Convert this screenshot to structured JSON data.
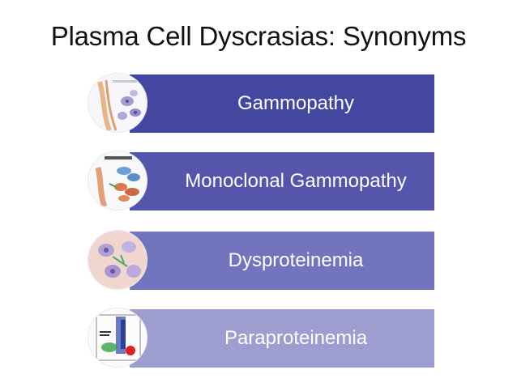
{
  "slide": {
    "title": "Plasma Cell Dyscrasias: Synonyms",
    "items": [
      {
        "label": "Gammopathy",
        "color": "#4447a0",
        "icon": "plasma-cell-histology-icon"
      },
      {
        "label": "Monoclonal Gammopathy",
        "color": "#5455ab",
        "icon": "myeloma-diagram-icon"
      },
      {
        "label": "Dysproteinemia",
        "color": "#7274bd",
        "icon": "plasma-cells-micrograph-icon"
      },
      {
        "label": "Paraproteinemia",
        "color": "#9d9ecf",
        "icon": "flow-cytometry-plot-icon"
      }
    ]
  }
}
